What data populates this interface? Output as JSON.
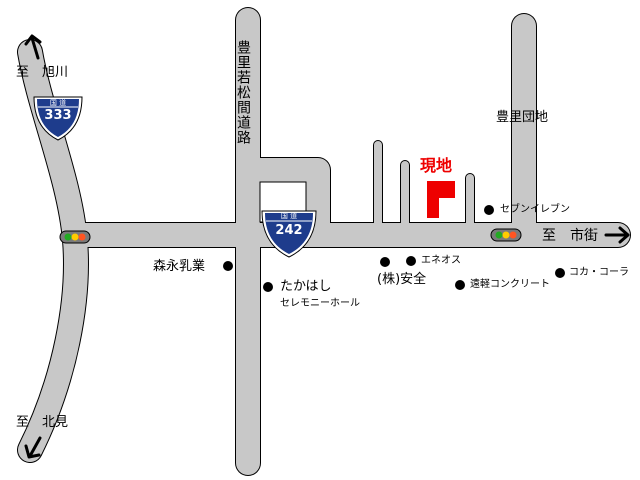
{
  "colors": {
    "road_fill": "#c8c8c8",
    "road_stroke": "#000000",
    "shield_fill": "#1e3c8c",
    "site_red": "#ee0000",
    "signal_body": "#7a7a7a",
    "signal_green": "#22aa22",
    "signal_yellow": "#ffcc00",
    "signal_red": "#ff5522"
  },
  "directions": {
    "asahikawa": "至　旭川",
    "kitami": "至　北見",
    "city": "至　市街"
  },
  "routes": {
    "r333": {
      "header": "国 道",
      "number": "333"
    },
    "r242": {
      "header": "国 道",
      "number": "242"
    }
  },
  "street": {
    "name": "豊里若松間道路"
  },
  "site": {
    "label": "現地"
  },
  "landmarks": {
    "toyosato_danchi": "豊里団地",
    "seven_eleven": "セブンイレブン",
    "morinaga": "森永乳業",
    "takahashi": "たかはし",
    "ceremony_hall": "セレモニーホール",
    "eneos": "エネオス",
    "anzen": "(株)安全",
    "enkei": "遠軽コンクリート",
    "cocacola": "コカ・コーラ"
  },
  "icons": [
    "arrow-up-icon",
    "arrow-down-icon",
    "arrow-right-icon",
    "traffic-light-icon",
    "route-shield-icon",
    "location-dot-icon",
    "site-marker-icon"
  ]
}
